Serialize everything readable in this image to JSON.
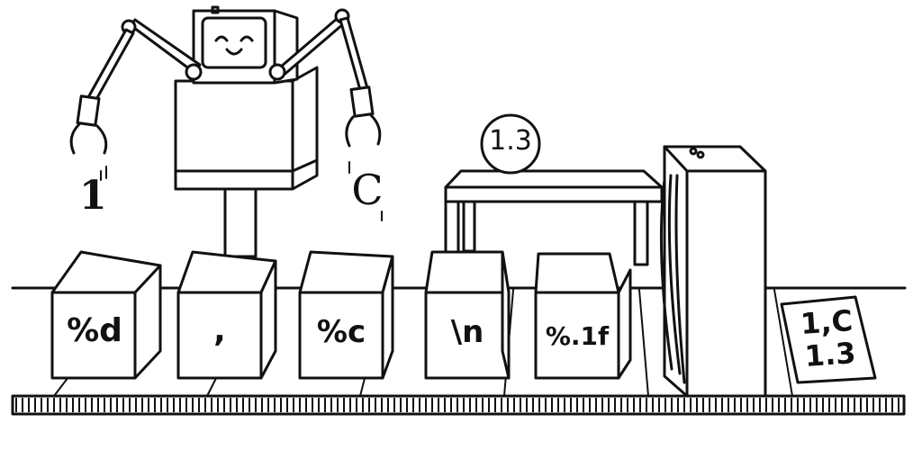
{
  "boxes": [
    {
      "name": "box-percent-d",
      "label": "%d"
    },
    {
      "name": "box-comma",
      "label": ","
    },
    {
      "name": "box-percent-c",
      "label": "%c"
    },
    {
      "name": "box-newline",
      "label": "\\n"
    },
    {
      "name": "box-percent-1f",
      "label": "%.1f"
    }
  ],
  "robot": {
    "left_claw_item": "1",
    "right_claw_item": "C"
  },
  "table_ball": {
    "label": "1.3"
  },
  "output_paper": {
    "line1": "1,C",
    "line2": "1.3"
  }
}
